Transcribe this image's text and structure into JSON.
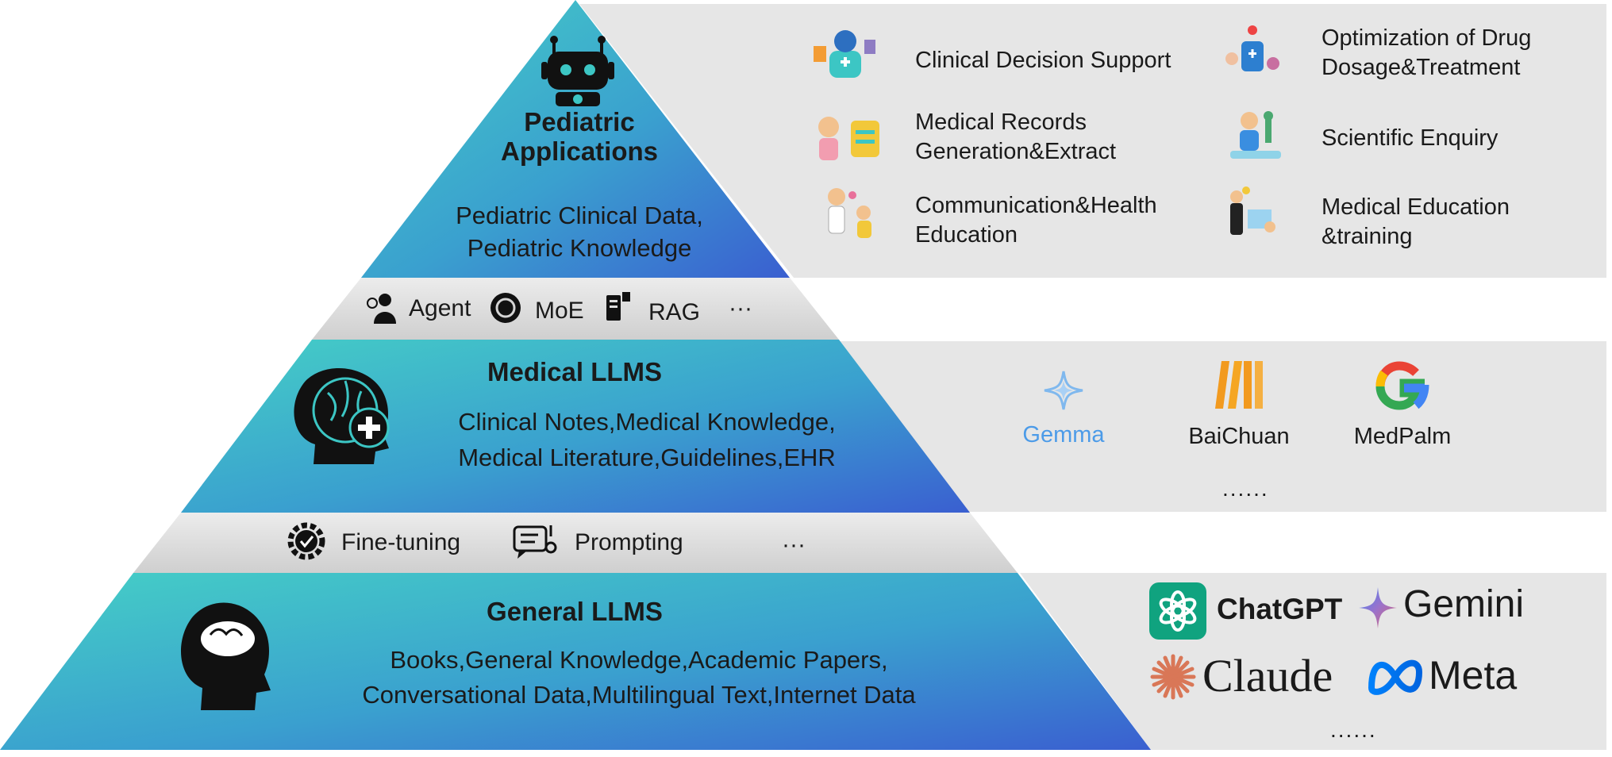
{
  "pyramid": {
    "top": {
      "title_line1": "Pediatric",
      "title_line2": "Applications",
      "data_line1": "Pediatric Clinical Data,",
      "data_line2": "Pediatric Knowledge"
    },
    "middle": {
      "title": "Medical LLMS",
      "data_line1": "Clinical Notes,Medical Knowledge,",
      "data_line2": "Medical Literature,Guidelines,EHR"
    },
    "bottom": {
      "title": "General LLMS",
      "data_line1": "Books,General Knowledge,Academic Papers,",
      "data_line2": "Conversational Data,Multilingual Text,Internet Data"
    }
  },
  "bands": {
    "upper": {
      "items": [
        {
          "label": "Agent",
          "icon": "agent-icon"
        },
        {
          "label": "MoE",
          "icon": "moe-icon"
        },
        {
          "label": "RAG",
          "icon": "rag-icon"
        }
      ],
      "more": "···"
    },
    "lower": {
      "items": [
        {
          "label": "Fine-tuning",
          "icon": "gear-icon"
        },
        {
          "label": "Prompting",
          "icon": "prompt-icon"
        }
      ],
      "more": "···"
    }
  },
  "applications": [
    {
      "label": "Clinical Decision Support",
      "icon": "robot-doctor-icon"
    },
    {
      "label": "Optimization of Drug Dosage&Treatment",
      "icon": "medicine-icon"
    },
    {
      "label": "Medical Records Generation&Extract",
      "icon": "records-icon"
    },
    {
      "label": "Scientific Enquiry",
      "icon": "microscope-icon"
    },
    {
      "label": "Communication&Health Education",
      "icon": "communication-icon"
    },
    {
      "label": "Medical Education &training",
      "icon": "education-icon"
    }
  ],
  "medical_models": {
    "items": [
      {
        "label": "Gemma",
        "icon": "gemma-icon"
      },
      {
        "label": "BaiChuan",
        "icon": "baichuan-icon"
      },
      {
        "label": "MedPalm",
        "icon": "google-g-icon"
      }
    ],
    "more": "......"
  },
  "general_models": {
    "items": [
      {
        "label": "ChatGPT",
        "icon": "openai-icon"
      },
      {
        "label": "Gemini",
        "icon": "gemini-icon"
      },
      {
        "label": "Claude",
        "icon": "claude-icon"
      },
      {
        "label": "Meta",
        "icon": "meta-icon"
      }
    ],
    "more": "......"
  },
  "colors": {
    "teal": "#3cc6c4",
    "blue": "#3a66cf",
    "panel_gray": "#e6e6e6",
    "band_gray": "#d4d4d4",
    "gemma_blue": "#4c9be8",
    "baichuan_orange": "#f29a1f",
    "openai_green": "#10a37f",
    "claude_orange": "#d97757",
    "meta_blue": "#0668e1"
  }
}
